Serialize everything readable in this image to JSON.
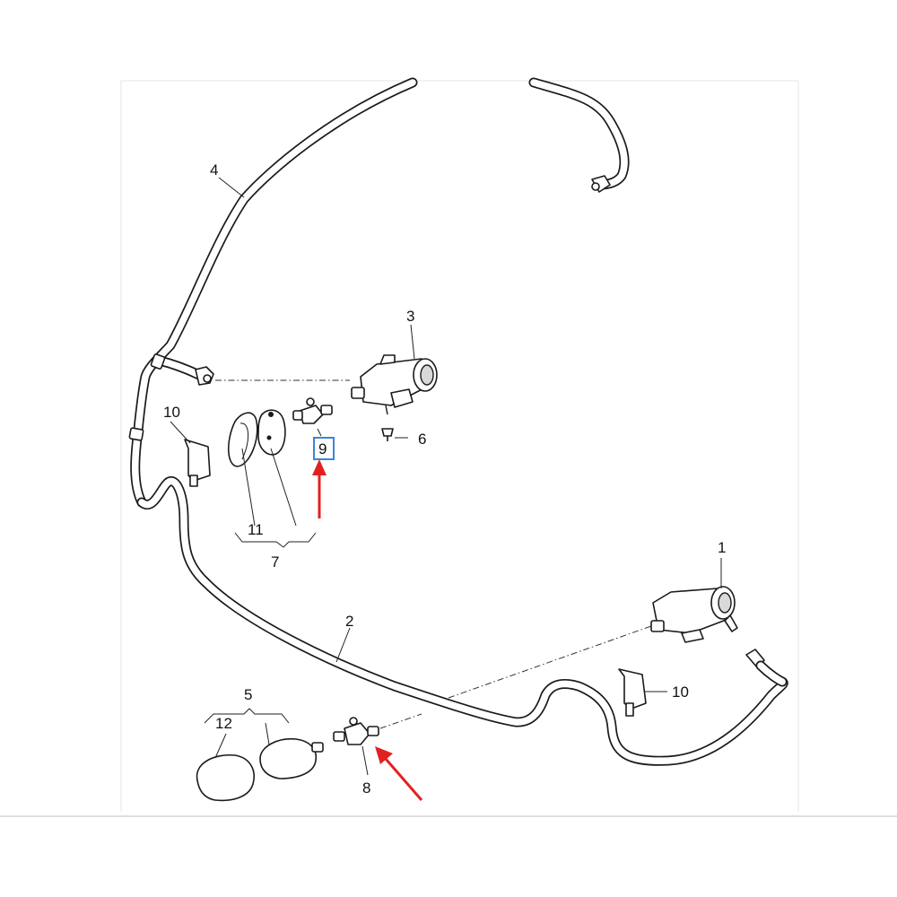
{
  "labels": {
    "p1": "1",
    "p2": "2",
    "p3": "3",
    "p4": "4",
    "p5": "5",
    "p6": "6",
    "p7": "7",
    "p8": "8",
    "p9": "9",
    "p10a": "10",
    "p10b": "10",
    "p11": "11",
    "p12": "12"
  },
  "highlight": {
    "boxed_part": "9",
    "box_color": "#3a86d8",
    "arrow_color": "#e32020",
    "arrow_targets": [
      "9",
      "8"
    ]
  }
}
